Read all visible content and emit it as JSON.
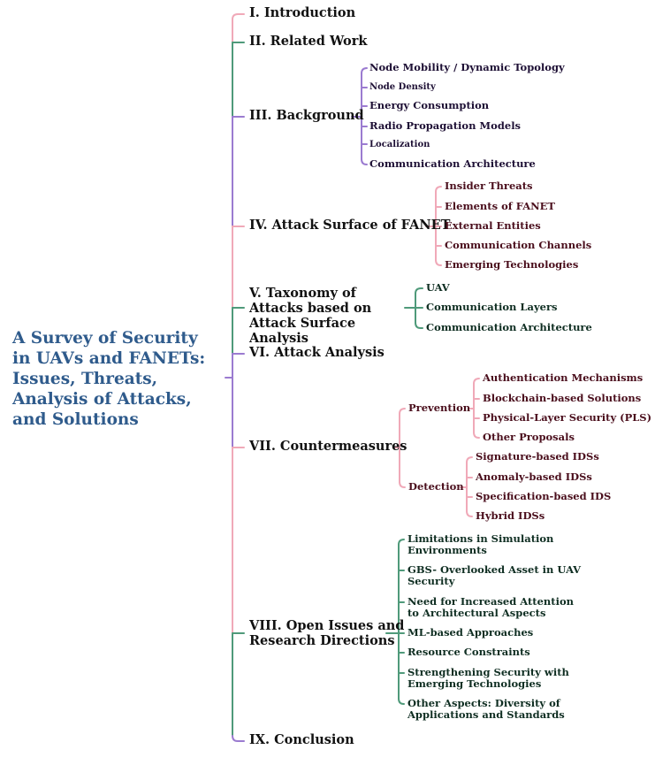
{
  "root": {
    "title": "A Survey of Security in UAVs and FANETs: Issues, Threats, Analysis of Attacks, and Solutions"
  },
  "colors": {
    "root": "#2f5b8c",
    "purple": "#9b7bd0",
    "pink": "#f0a9b8",
    "green": "#4f9a7a"
  },
  "sections": [
    {
      "label": "I. Introduction",
      "color": "pink",
      "children": []
    },
    {
      "label": "II. Related Work",
      "color": "green",
      "children": []
    },
    {
      "label": "III. Background",
      "color": "purple",
      "children": [
        {
          "label": "Node Mobility / Dynamic Topology"
        },
        {
          "label": "Node Density"
        },
        {
          "label": "Energy Consumption"
        },
        {
          "label": "Radio Propagation Models"
        },
        {
          "label": "Localization"
        },
        {
          "label": "Communication Architecture"
        }
      ]
    },
    {
      "label": "IV. Attack Surface of FANET",
      "color": "pink",
      "children": [
        {
          "label": "Insider Threats"
        },
        {
          "label": "Elements of FANET"
        },
        {
          "label": "External Entities"
        },
        {
          "label": "Communication Channels"
        },
        {
          "label": "Emerging Technologies"
        }
      ]
    },
    {
      "label": "V. Taxonomy of Attacks based on Attack Surface Analysis",
      "color": "green",
      "children": [
        {
          "label": "UAV"
        },
        {
          "label": "Communication Layers"
        },
        {
          "label": "Communication Architecture"
        }
      ]
    },
    {
      "label": "VI. Attack Analysis",
      "color": "purple",
      "children": []
    },
    {
      "label": "VII. Countermeasures",
      "color": "pink",
      "children": [
        {
          "label": "Prevention",
          "children": [
            {
              "label": "Authentication Mechanisms"
            },
            {
              "label": "Blockchain-based Solutions"
            },
            {
              "label": "Physical-Layer Security (PLS)"
            },
            {
              "label": "Other Proposals"
            }
          ]
        },
        {
          "label": "Detection",
          "children": [
            {
              "label": "Signature-based IDSs"
            },
            {
              "label": "Anomaly-based IDSs"
            },
            {
              "label": "Specification-based IDS"
            },
            {
              "label": "Hybrid IDSs"
            }
          ]
        }
      ]
    },
    {
      "label": "VIII. Open Issues and Research Directions",
      "color": "green",
      "children": [
        {
          "label": "Limitations in Simulation Environments"
        },
        {
          "label": "GBS- Overlooked Asset in UAV Security"
        },
        {
          "label": "Need for Increased Attention to Architectural Aspects"
        },
        {
          "label": "ML-based Approaches"
        },
        {
          "label": "Resource Constraints"
        },
        {
          "label": "Strengthening Security with Emerging Technologies"
        },
        {
          "label": "Other Aspects: Diversity of Applications and Standards"
        }
      ]
    },
    {
      "label": "IX. Conclusion",
      "color": "purple",
      "children": []
    }
  ]
}
